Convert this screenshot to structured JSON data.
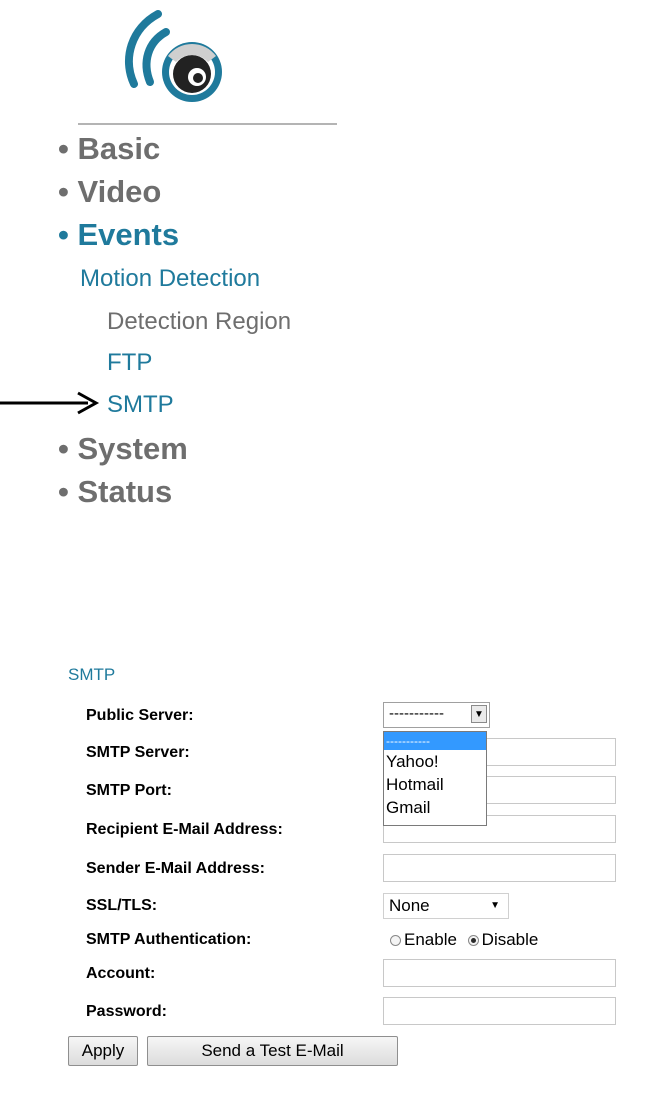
{
  "nav": {
    "basic": "• Basic",
    "video": "• Video",
    "events": "• Events",
    "motion_detection": "Motion Detection",
    "detection_region": "Detection Region",
    "ftp": "FTP",
    "smtp": "SMTP",
    "system": "• System",
    "status": "• Status"
  },
  "colors": {
    "accent": "#1f7a9c",
    "nav_grey": "#6e6e6e",
    "selection": "#3399ff"
  },
  "icons": {
    "logo": "camera-eye-signal-logo",
    "pointer": "right-arrow"
  },
  "smtp": {
    "title": "SMTP",
    "labels": {
      "public_server": "Public Server:",
      "smtp_server": "SMTP Server:",
      "smtp_port": "SMTP Port:",
      "recipient": "Recipient E-Mail Address:",
      "sender": "Sender E-Mail Address:",
      "ssl_tls": "SSL/TLS:",
      "authentication": "SMTP Authentication:",
      "account": "Account:",
      "password": "Password:"
    },
    "public_server_value": "-----------",
    "public_server_options": [
      "-----------",
      "Yahoo!",
      "Hotmail",
      "Gmail"
    ],
    "ssl_tls_value": "None",
    "auth_enable": "Enable",
    "auth_disable": "Disable",
    "auth_selected": "Disable",
    "smtp_server_value": "",
    "smtp_port_value": "",
    "recipient_value": "",
    "sender_value": "",
    "account_value": "",
    "password_value": ""
  },
  "buttons": {
    "apply": "Apply",
    "send_test": "Send a Test E-Mail"
  }
}
